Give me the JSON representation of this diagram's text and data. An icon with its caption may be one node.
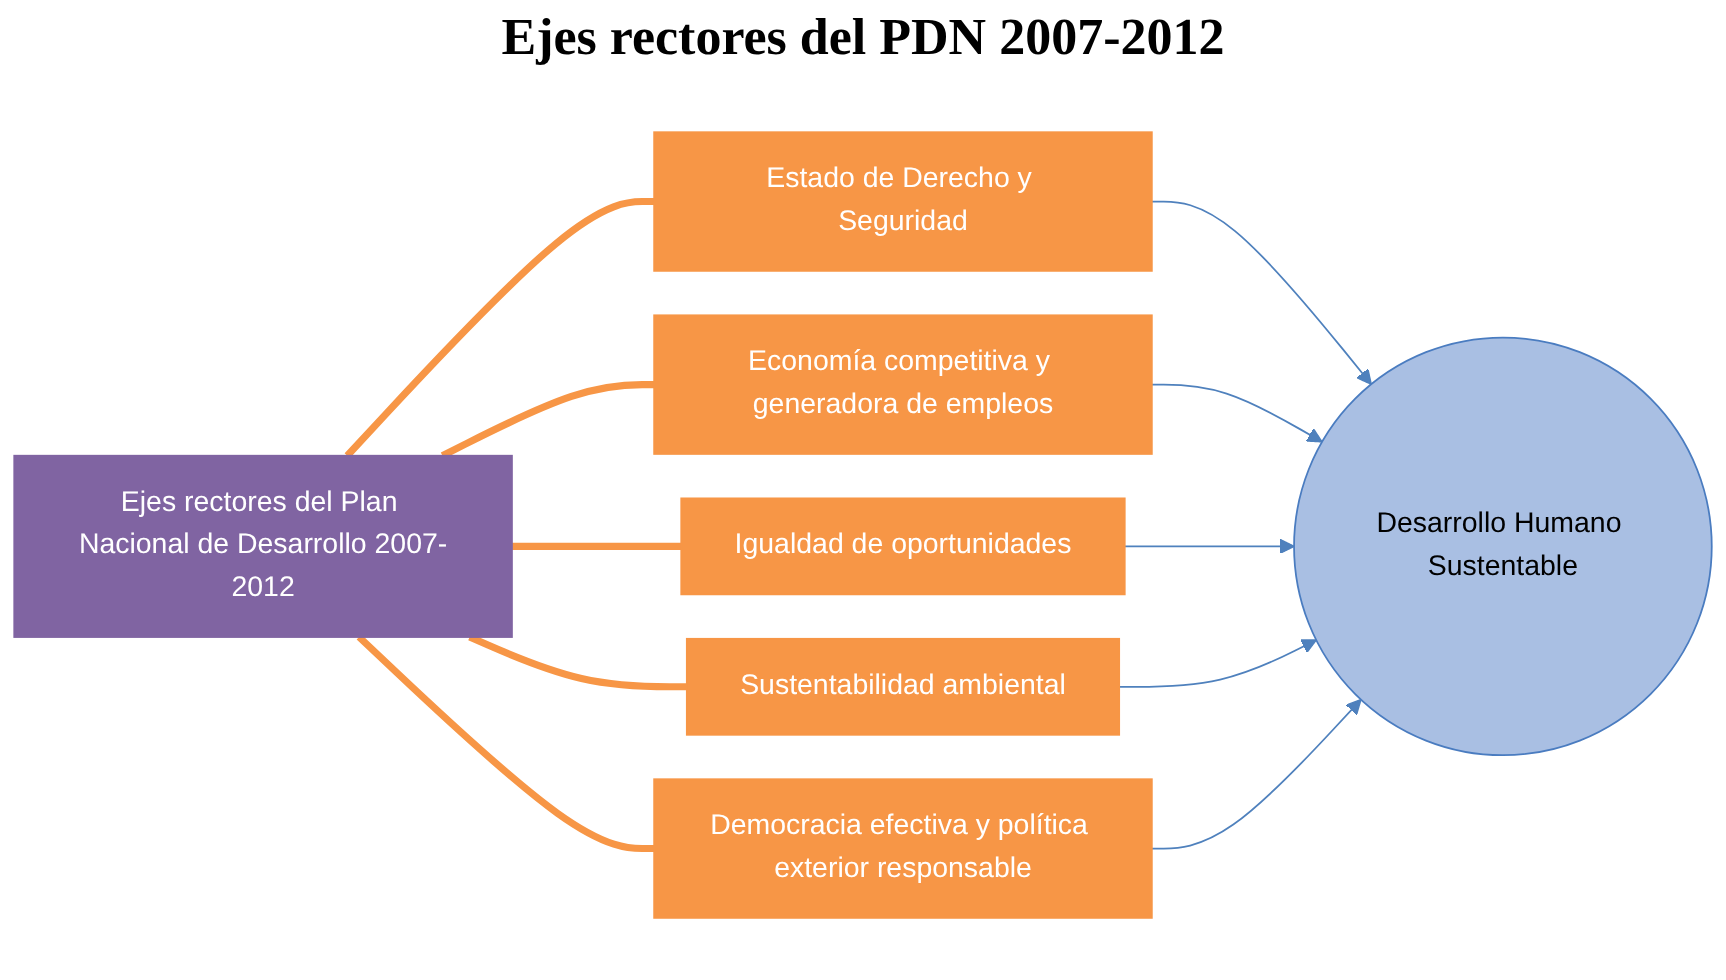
{
  "diagram": {
    "title": "Ejes rectores del PDN 2007-2012",
    "nodes": [
      {
        "text": [
          "Ejes rectores del Plan Nacional de Desarrollo 2007-2012"
        ]
      },
      {
        "text": [
          "Estado de Derecho y Seguridad"
        ]
      },
      {
        "text": [
          "Economía competitiva y generadora de empleos"
        ]
      },
      {
        "text": [
          "Igualdad de oportunidades"
        ]
      },
      {
        "text": [
          "Sustentabilidad ambiental"
        ]
      },
      {
        "text": [
          "Democracia efectiva y política exterior responsable"
        ]
      },
      {
        "text": [
          "Desarrollo Humano Sustentable"
        ]
      }
    ],
    "edges": [
      {
        "from": 0,
        "to": 1,
        "arrow": "none",
        "style": "thick",
        "color": "#f79646"
      },
      {
        "from": 0,
        "to": 2,
        "arrow": "none",
        "style": "thick",
        "color": "#f79646"
      },
      {
        "from": 0,
        "to": 3,
        "arrow": "none",
        "style": "thick",
        "color": "#f79646"
      },
      {
        "from": 0,
        "to": 4,
        "arrow": "none",
        "style": "thick",
        "color": "#f79646"
      },
      {
        "from": 0,
        "to": 5,
        "arrow": "none",
        "style": "thick",
        "color": "#f79646"
      },
      {
        "from": 1,
        "to": 6,
        "arrow": "to",
        "color": "#4f81bd"
      },
      {
        "from": 2,
        "to": 6,
        "arrow": "to",
        "color": "#4f81bd"
      },
      {
        "from": 3,
        "to": 6,
        "arrow": "to",
        "color": "#4f81bd"
      },
      {
        "from": 4,
        "to": 6,
        "arrow": "to",
        "color": "#4f81bd"
      },
      {
        "from": 5,
        "to": 6,
        "arrow": "to",
        "color": "#4f81bd"
      }
    ]
  }
}
